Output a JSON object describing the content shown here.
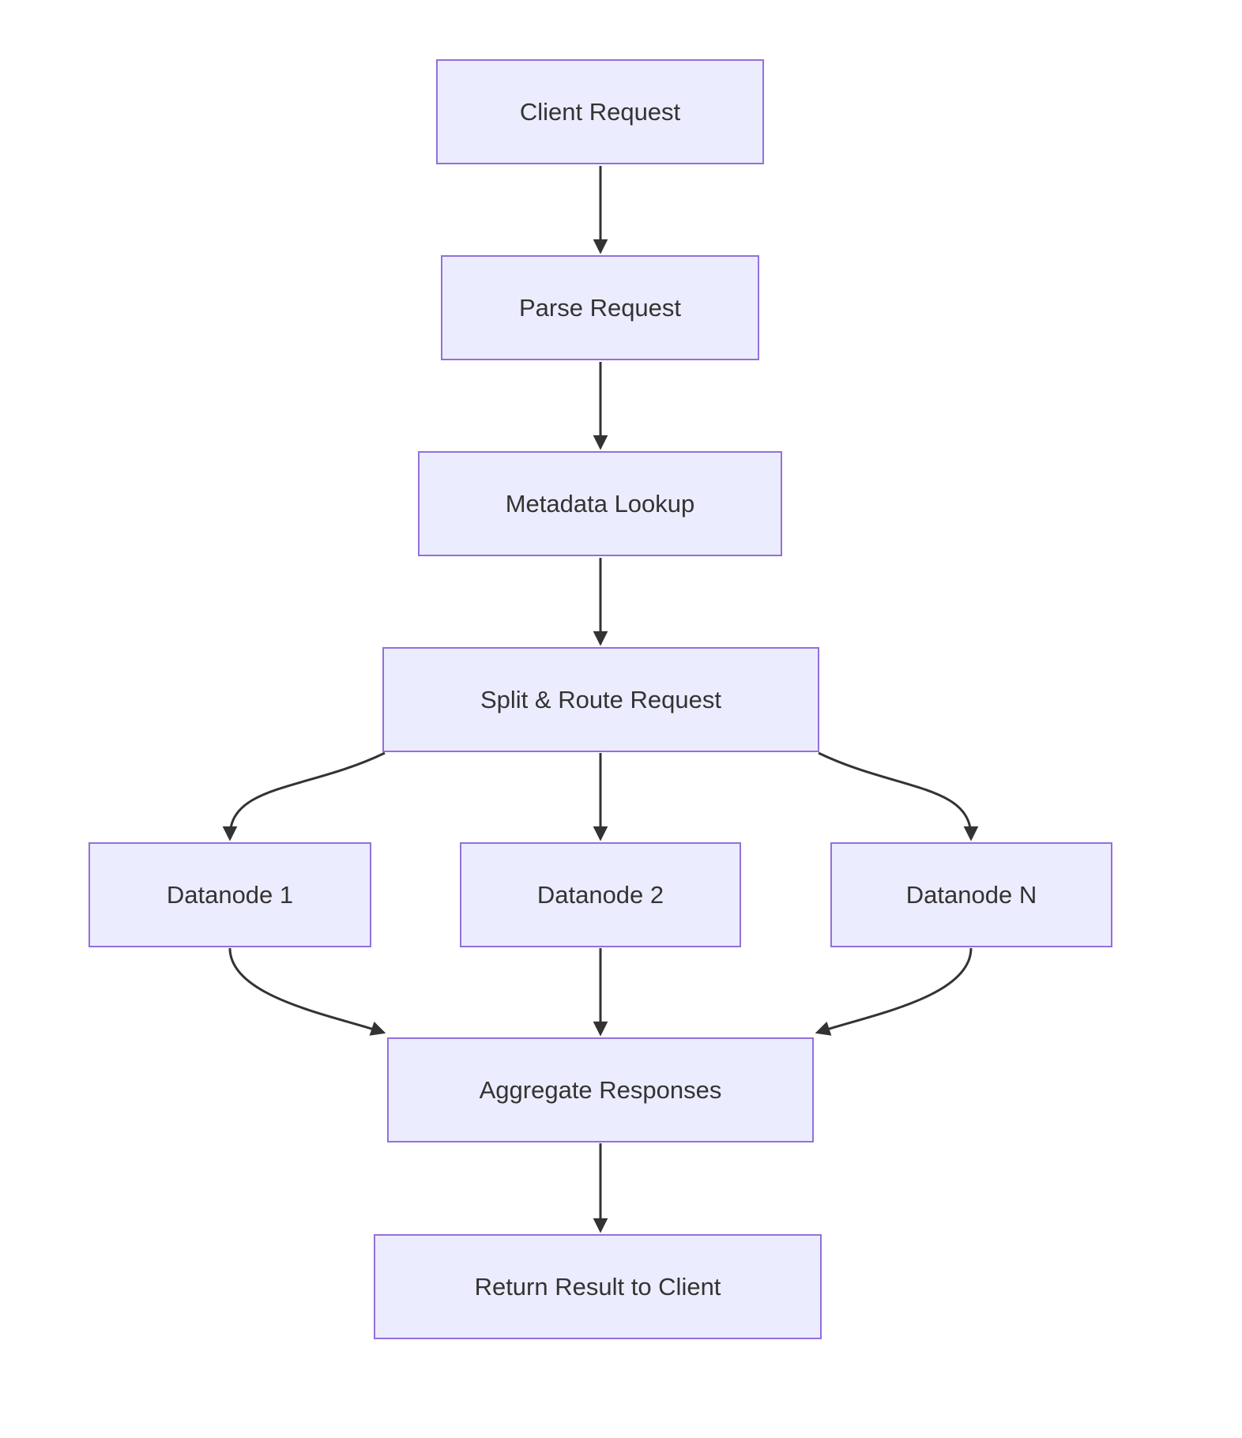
{
  "diagram": {
    "type": "flowchart",
    "direction": "top-down",
    "colors": {
      "node_fill": "#ECECFF",
      "node_border": "#9370DB",
      "node_text": "#333333",
      "edge": "#333333",
      "background": "#FFFFFF"
    },
    "nodes": [
      {
        "id": "client",
        "label": "Client Request"
      },
      {
        "id": "parse",
        "label": "Parse Request"
      },
      {
        "id": "metadata",
        "label": "Metadata Lookup"
      },
      {
        "id": "split",
        "label": "Split & Route Request"
      },
      {
        "id": "datanode1",
        "label": "Datanode 1"
      },
      {
        "id": "datanode2",
        "label": "Datanode 2"
      },
      {
        "id": "datanodeN",
        "label": "Datanode N"
      },
      {
        "id": "aggregate",
        "label": "Aggregate Responses"
      },
      {
        "id": "return",
        "label": "Return Result to Client"
      }
    ],
    "edges": [
      {
        "from": "client",
        "to": "parse"
      },
      {
        "from": "parse",
        "to": "metadata"
      },
      {
        "from": "metadata",
        "to": "split"
      },
      {
        "from": "split",
        "to": "datanode1"
      },
      {
        "from": "split",
        "to": "datanode2"
      },
      {
        "from": "split",
        "to": "datanodeN"
      },
      {
        "from": "datanode1",
        "to": "aggregate"
      },
      {
        "from": "datanode2",
        "to": "aggregate"
      },
      {
        "from": "datanodeN",
        "to": "aggregate"
      },
      {
        "from": "aggregate",
        "to": "return"
      }
    ]
  }
}
